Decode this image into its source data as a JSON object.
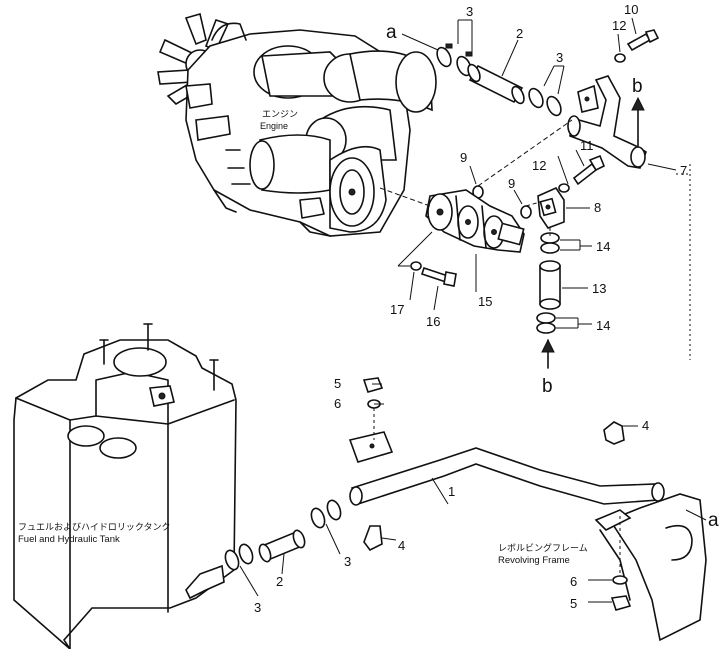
{
  "labels": {
    "engine_jp": "エンジン",
    "engine_en": "Engine",
    "tank_jp": "フュエルおよびハイドロリックタンク",
    "tank_en": "Fuel and Hydraulic Tank",
    "frame_jp": "レボルビングフレーム",
    "frame_en": "Revolving Frame"
  },
  "letters": {
    "a_top": "a",
    "a_right": "a",
    "b_top": "b",
    "b_bottom": "b"
  },
  "callouts": {
    "c1": "1",
    "c2_top": "2",
    "c2_bottom": "2",
    "c3_top_left": "3",
    "c3_top_right": "3",
    "c3_bottom_mid": "3",
    "c3_bottom_left": "3",
    "c4_top": "4",
    "c4_bottom": "4",
    "c5_left": "5",
    "c5_right": "5",
    "c6_left": "6",
    "c6_right": "6",
    "c7": "7",
    "c8": "8",
    "c9_left": "9",
    "c9_right": "9",
    "c10": "10",
    "c11": "11",
    "c12_top": "12",
    "c12_mid": "12",
    "c13": "13",
    "c14_top": "14",
    "c14_bottom": "14",
    "c15": "15",
    "c16": "16",
    "c17": "17"
  }
}
